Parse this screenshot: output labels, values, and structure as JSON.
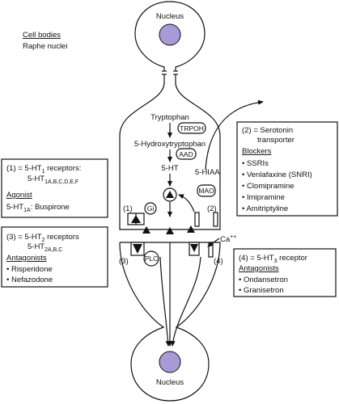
{
  "top_label": {
    "line1": "Cell bodies",
    "line2": "Raphe nuclei"
  },
  "nucleus_top": "Nucleus",
  "nucleus_bottom": "Nucleus",
  "pathway": {
    "tryptophan": "Tryptophan",
    "trpoh": "TRPOH",
    "hydroxytryptophan": "5-Hydroxytryptophan",
    "aad": "AAD",
    "serotonin": "5-HT",
    "hiaa": "5-HIAA",
    "mao": "MAO",
    "gi": "Gi",
    "plc": "PLC",
    "calcium": "Ca",
    "calcium_sup": "++",
    "site1": "(1)",
    "site2": "(2)",
    "site3": "(3)",
    "site4": "(4)"
  },
  "box1": {
    "title_pre": "(1) = 5-HT",
    "title_sub": "1",
    "title_post": " receptors:",
    "subtypes_pre": "5-HT",
    "subtypes_sub": "1A,B,C,D,E,F",
    "section": "Agonist",
    "item_pre": "5-HT",
    "item_sub": "1A",
    "item_post": ": Buspirone"
  },
  "box2": {
    "line1": "(2) = Serotonin",
    "line2": "transporter",
    "section": "Blockers",
    "items": [
      "SSRIs",
      "Venlafaxine (SNRI)",
      "Clomipramine",
      "Imipramine",
      "Amitriptyline"
    ]
  },
  "box3": {
    "title_pre": "(3) = 5-HT",
    "title_sub": "2",
    "title_post": " receptors",
    "subtypes_pre": "5-HT",
    "subtypes_sub": "2A,B,C",
    "section": "Antagonists",
    "items": [
      "Risperidone",
      "Nefazodone"
    ]
  },
  "box4": {
    "title_pre": "(4) = 5-HT",
    "title_sub": "3",
    "title_post": " receptor",
    "section": "Antagonists",
    "items": [
      "Ondansetron",
      "Granisetron"
    ]
  },
  "colors": {
    "nucleus_fill": "#a79ad6",
    "stroke": "#111111"
  }
}
